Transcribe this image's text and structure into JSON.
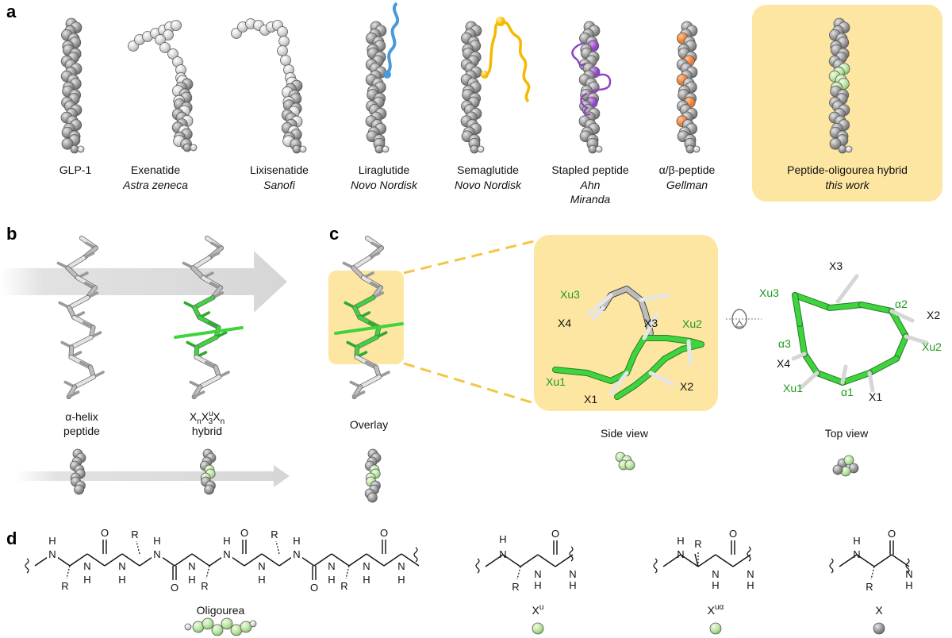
{
  "panels": {
    "a": "a",
    "b": "b",
    "c": "c",
    "d": "d"
  },
  "colors": {
    "helix_dark": "#9b9b9b",
    "helix_light": "#d9d9d9",
    "acylation_blue": "#4a9ad8",
    "acylation_yellow": "#f7c21d",
    "staple_purple": "#8e44c4",
    "beta_orange": "#ee7b2c",
    "urea_green": "#bfe5a6",
    "bright_green": "#3ed43e",
    "highlight_box": "#fde6a2",
    "arrow_grey": "#d9d9d9"
  },
  "panel_a": {
    "items": [
      {
        "name": "GLP-1",
        "sub": ""
      },
      {
        "name": "Exenatide",
        "sub": "Astra zeneca"
      },
      {
        "name": "Lixisenatide",
        "sub": "Sanofi"
      },
      {
        "name": "Liraglutide",
        "sub": "Novo Nordisk"
      },
      {
        "name": "Semaglutide",
        "sub": "Novo Nordisk"
      },
      {
        "name": "Stapled peptide",
        "sub": "Ahn",
        "sub2": "Miranda"
      },
      {
        "name": "α/β-peptide",
        "sub": "Gellman"
      },
      {
        "name": "Peptide-oligourea hybrid",
        "sub": "this work"
      }
    ]
  },
  "panel_b": {
    "left_label_1": "α-helix",
    "left_label_2": "peptide",
    "right_label_main": "X",
    "right_label_sub1": "n",
    "right_label_main2": "X",
    "right_label_sup": "u",
    "right_label_sub2": "3",
    "right_label_main3": "X",
    "right_label_sub3": "n",
    "right_label_2": "hybrid"
  },
  "panel_c": {
    "overlay_label": "Overlay",
    "side_view_label": "Side view",
    "top_view_label": "Top view",
    "side_labels": {
      "xu3": "Xu3",
      "xu2": "Xu2",
      "xu1": "Xu1",
      "x4": "X4",
      "x3": "X3",
      "x2": "X2",
      "x1": "X1"
    },
    "top_labels": {
      "x3": "X3",
      "xu3": "Xu3",
      "a2": "α2",
      "x2": "X2",
      "xu2": "Xu2",
      "a3": "α3",
      "x4": "X4",
      "xu1": "Xu1",
      "a1": "α1",
      "x1": "X1"
    }
  },
  "panel_d": {
    "oligourea_label": "Oligourea",
    "xu_label": "X",
    "xu_sup": "u",
    "xua_label": "X",
    "xua_sup": "uα",
    "x_label": "X",
    "atoms": {
      "N": "N",
      "H": "H",
      "O": "O",
      "R": "R"
    }
  }
}
